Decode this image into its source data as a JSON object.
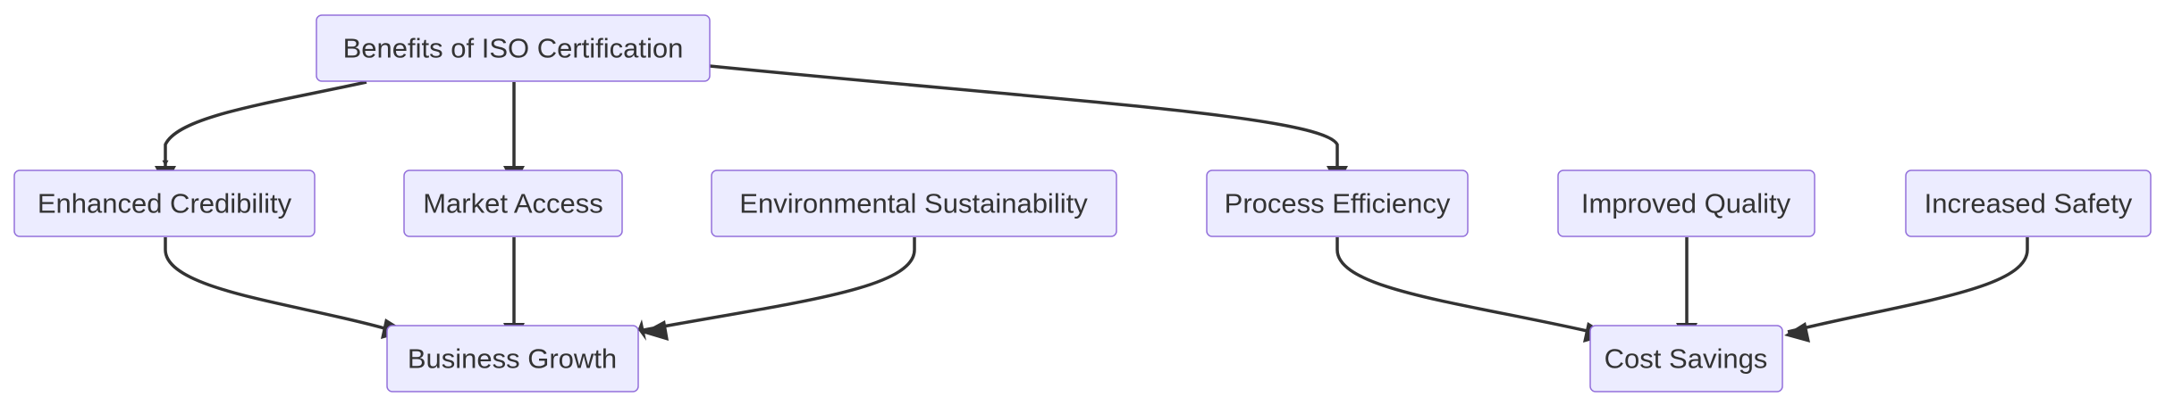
{
  "diagram": {
    "type": "flowchart",
    "direction": "top-down",
    "colors": {
      "node_fill": "#ECECFF",
      "node_border": "#9370DB",
      "text": "#333333",
      "edge": "#333333"
    },
    "nodes": {
      "benefits": "Benefits of ISO Certification",
      "credibility": "Enhanced Credibility",
      "market": "Market Access",
      "environment": "Environmental Sustainability",
      "efficiency": "Process Efficiency",
      "quality": "Improved Quality",
      "safety": "Increased Safety",
      "growth": "Business Growth",
      "savings": "Cost Savings"
    },
    "edges": [
      {
        "from": "benefits",
        "to": "credibility"
      },
      {
        "from": "benefits",
        "to": "market"
      },
      {
        "from": "benefits",
        "to": "efficiency"
      },
      {
        "from": "credibility",
        "to": "growth"
      },
      {
        "from": "market",
        "to": "growth"
      },
      {
        "from": "environment",
        "to": "growth"
      },
      {
        "from": "efficiency",
        "to": "savings"
      },
      {
        "from": "quality",
        "to": "savings"
      },
      {
        "from": "safety",
        "to": "savings"
      }
    ]
  }
}
